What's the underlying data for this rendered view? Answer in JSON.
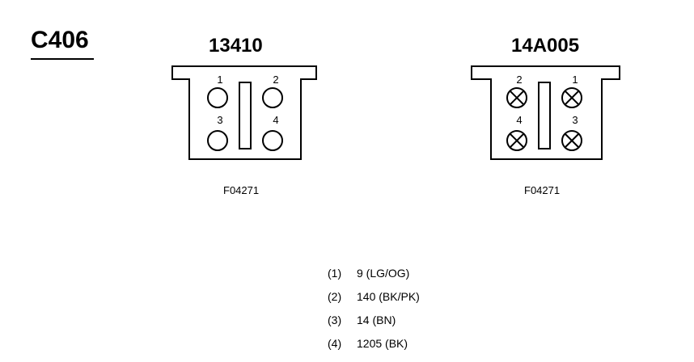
{
  "title": "C406",
  "connectors": [
    {
      "part_number": "13410",
      "ref": "F04271",
      "pin_style": "open",
      "pins": [
        {
          "label": "1"
        },
        {
          "label": "2"
        },
        {
          "label": "3"
        },
        {
          "label": "4"
        }
      ]
    },
    {
      "part_number": "14A005",
      "ref": "F04271",
      "pin_style": "crossed",
      "pins": [
        {
          "label": "2"
        },
        {
          "label": "1"
        },
        {
          "label": "4"
        },
        {
          "label": "3"
        }
      ]
    }
  ],
  "legend": [
    {
      "pin": "(1)",
      "circuit": "9 (LG/OG)"
    },
    {
      "pin": "(2)",
      "circuit": "140 (BK/PK)"
    },
    {
      "pin": "(3)",
      "circuit": "14 (BN)"
    },
    {
      "pin": "(4)",
      "circuit": "1205 (BK)"
    }
  ]
}
